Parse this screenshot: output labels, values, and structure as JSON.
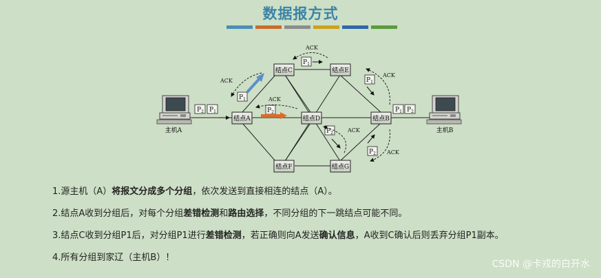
{
  "title": "数据报方式",
  "stripe_colors": [
    "#4a8fb4",
    "#c86d2c",
    "#8c8c8c",
    "#caa21f",
    "#2f68a6",
    "#5a9b3e"
  ],
  "diagram": {
    "nodes": {
      "A": "结点A",
      "B": "结点B",
      "C": "结点C",
      "D": "结点D",
      "E": "结点E",
      "F": "结点F",
      "G": "结点G"
    },
    "hosts": {
      "A": "主机A",
      "B": "主机B"
    },
    "packets": {
      "P1": "P",
      "P1_sub": "1",
      "P2": "P",
      "P2_sub": "2"
    },
    "ack": "ACK",
    "arrow_colors": {
      "blue": "#5b8fc7",
      "orange": "#e06b26"
    }
  },
  "steps": [
    {
      "parts": [
        {
          "text": "1.源主机（A）",
          "bold": false
        },
        {
          "text": "将报文分成多个分组",
          "bold": true
        },
        {
          "text": "，依次发送到直接相连的结点（A）。",
          "bold": false
        }
      ]
    },
    {
      "parts": [
        {
          "text": "2.结点A收到分组后，对每个分组",
          "bold": false
        },
        {
          "text": "差错检测",
          "bold": true
        },
        {
          "text": "和",
          "bold": false
        },
        {
          "text": "路由选择",
          "bold": true
        },
        {
          "text": "，不同分组的下一跳结点可能不同。",
          "bold": false
        }
      ]
    },
    {
      "parts": [
        {
          "text": "3.结点C收到分组P1后，对分组P1进行",
          "bold": false
        },
        {
          "text": "差错检测",
          "bold": true
        },
        {
          "text": "，若正确则向A发送",
          "bold": false
        },
        {
          "text": "确认信息",
          "bold": true
        },
        {
          "text": "，A收到C确认后则丢弃分组P1副本。",
          "bold": false
        }
      ]
    },
    {
      "parts": [
        {
          "text": "4.所有分组到家辽（主机B）！",
          "bold": false
        }
      ]
    }
  ],
  "watermark": "CSDN @卡戎的白开水"
}
